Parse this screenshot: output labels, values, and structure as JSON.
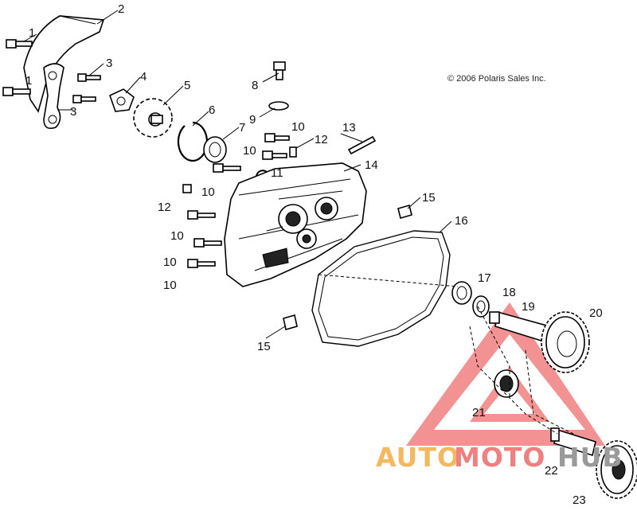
{
  "copyright": "© 2006 Polaris Sales Inc.",
  "watermark": {
    "text_left": "AUTO",
    "text_right": "MOTO",
    "text_end": "HUB",
    "color_accent": "#f08080",
    "color_text": "#f4b860",
    "color_end": "#9a9a9a"
  },
  "callouts": [
    {
      "id": "c1a",
      "label": "1"
    },
    {
      "id": "c1b",
      "label": "1"
    },
    {
      "id": "c2",
      "label": "2"
    },
    {
      "id": "c3a",
      "label": "3"
    },
    {
      "id": "c3b",
      "label": "3"
    },
    {
      "id": "c4",
      "label": "4"
    },
    {
      "id": "c5",
      "label": "5"
    },
    {
      "id": "c6",
      "label": "6"
    },
    {
      "id": "c7",
      "label": "7"
    },
    {
      "id": "c8",
      "label": "8"
    },
    {
      "id": "c9",
      "label": "9"
    },
    {
      "id": "c10a",
      "label": "10"
    },
    {
      "id": "c10b",
      "label": "10"
    },
    {
      "id": "c10c",
      "label": "10"
    },
    {
      "id": "c10d",
      "label": "10"
    },
    {
      "id": "c10e",
      "label": "10"
    },
    {
      "id": "c10f",
      "label": "10"
    },
    {
      "id": "c11",
      "label": "11"
    },
    {
      "id": "c12a",
      "label": "12"
    },
    {
      "id": "c12b",
      "label": "12"
    },
    {
      "id": "c13",
      "label": "13"
    },
    {
      "id": "c14",
      "label": "14"
    },
    {
      "id": "c15a",
      "label": "15"
    },
    {
      "id": "c15b",
      "label": "15"
    },
    {
      "id": "c16",
      "label": "16"
    },
    {
      "id": "c17",
      "label": "17"
    },
    {
      "id": "c18",
      "label": "18"
    },
    {
      "id": "c19",
      "label": "19"
    },
    {
      "id": "c20",
      "label": "20"
    },
    {
      "id": "c21",
      "label": "21"
    },
    {
      "id": "c22",
      "label": "22"
    },
    {
      "id": "c23",
      "label": "23"
    }
  ]
}
